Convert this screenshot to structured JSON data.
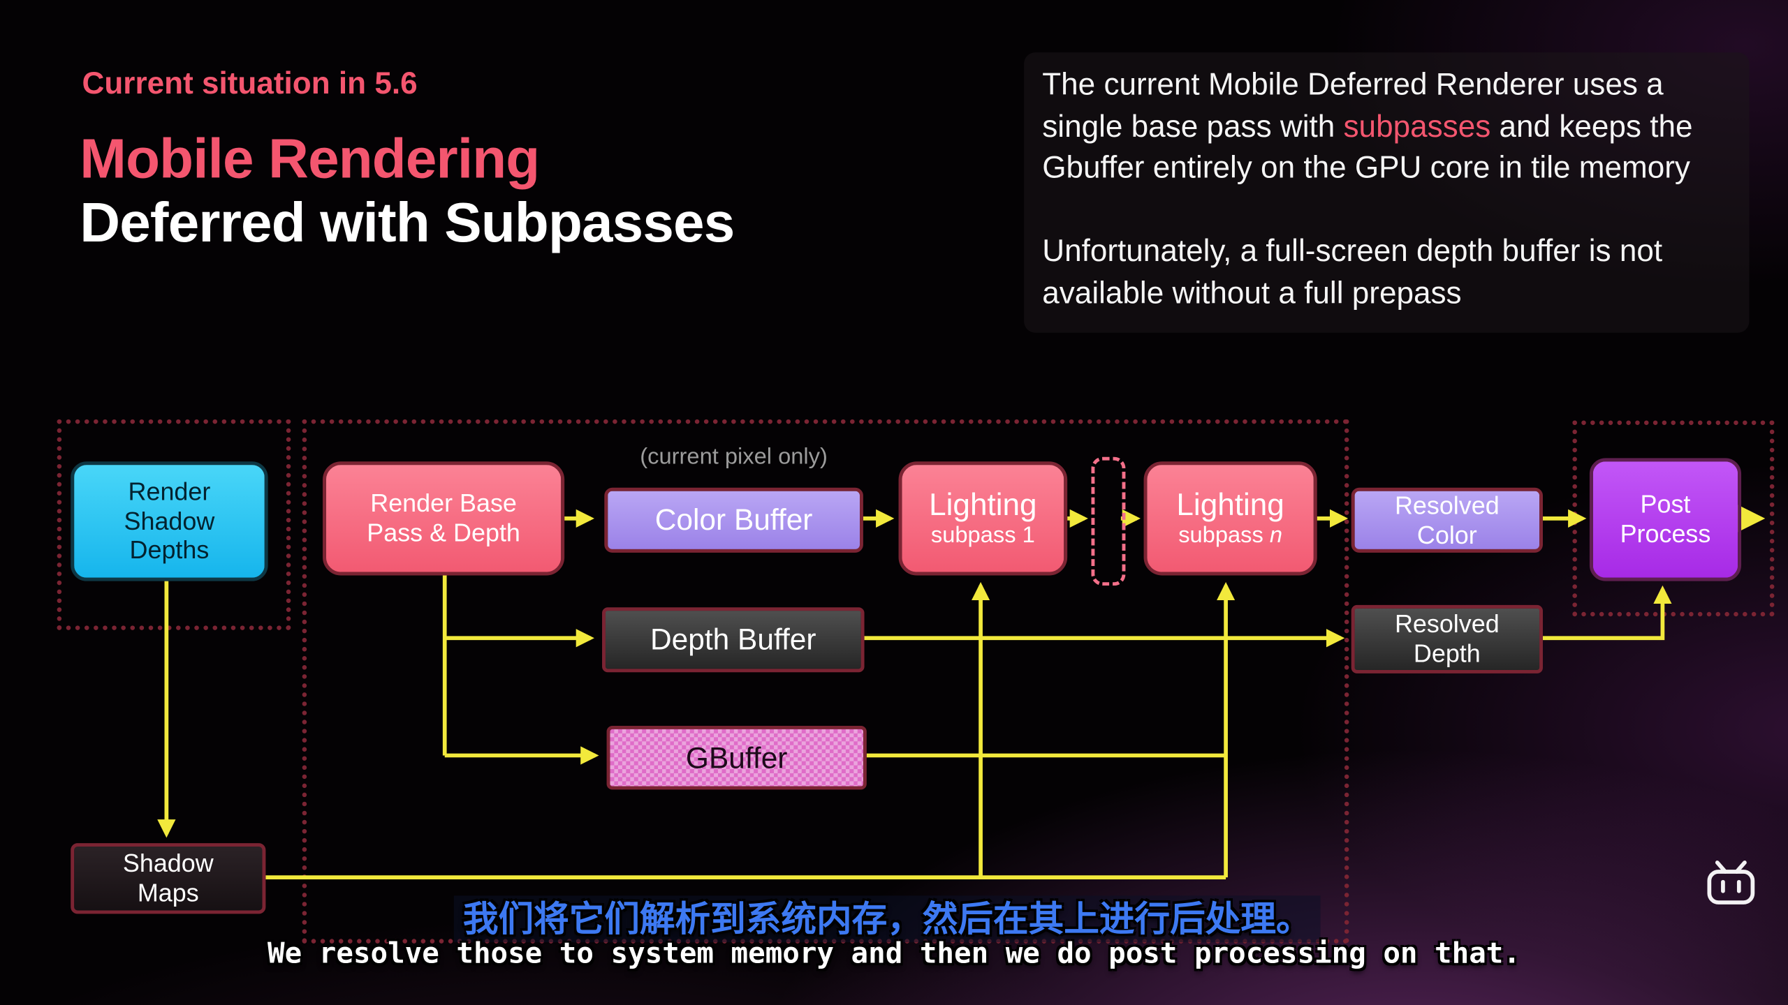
{
  "header": {
    "eyebrow": "Current situation in 5.6",
    "title_pink": "Mobile Rendering",
    "title_white": "Deferred with Subpasses"
  },
  "info_panel": {
    "p1_pre": "The current Mobile Deferred Renderer uses a single base pass with ",
    "p1_highlight": "subpasses",
    "p1_post": " and keeps the Gbuffer entirely on the GPU core in tile memory",
    "p2": "Unfortunately, a full-screen depth buffer is not available without a full prepass"
  },
  "diagram": {
    "note_current_pixel": "(current pixel only)",
    "nodes": {
      "render_shadow_depths": "Render Shadow Depths",
      "shadow_maps": "Shadow Maps",
      "render_base_pass": "Render Base Pass & Depth",
      "color_buffer": "Color Buffer",
      "lighting_1_title": "Lighting",
      "lighting_1_sub": "subpass 1",
      "lighting_n_title": "Lighting",
      "lighting_n_sub_prefix": "subpass ",
      "lighting_n_sub_var": "n",
      "depth_buffer": "Depth Buffer",
      "gbuffer": "GBuffer",
      "resolved_color": "Resolved Color",
      "resolved_depth": "Resolved Depth",
      "post_process": "Post Process"
    }
  },
  "subtitles": {
    "zh": "我们将它们解析到系统内存，然后在其上进行后处理。",
    "en": "We resolve those to system memory and then we do post processing on that."
  },
  "colors": {
    "accent_pink": "#f4566f",
    "arrow_yellow": "#f2e93c",
    "node_cyan": "#2ec6f2",
    "node_pink": "#f25a72",
    "node_lavender": "#ab93ee",
    "node_purple": "#b845f5",
    "gbuffer_pink": "#df6cc8",
    "dotted_border": "#7b2433",
    "subtitle_blue": "#3d79f2"
  }
}
